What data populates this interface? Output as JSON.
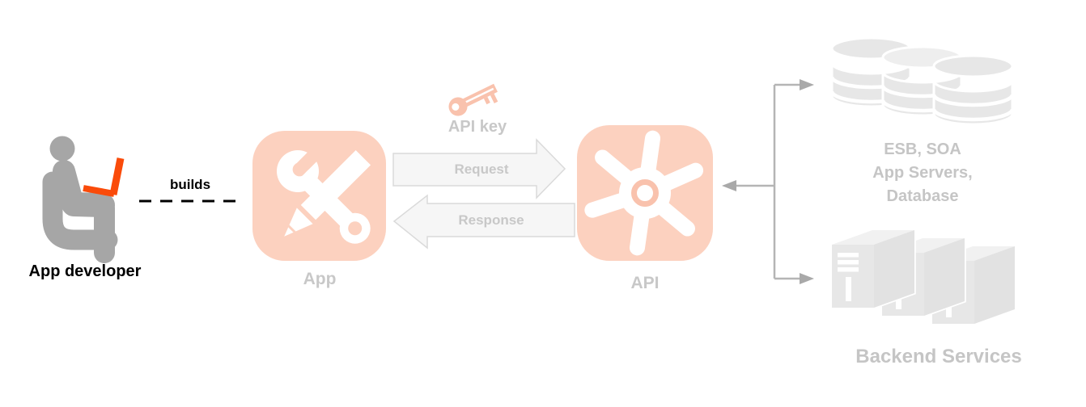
{
  "diagram": {
    "developer": {
      "label": "App developer"
    },
    "builds": {
      "label": "builds"
    },
    "app": {
      "label": "App"
    },
    "api_key": {
      "label": "API key"
    },
    "request": {
      "label": "Request"
    },
    "response": {
      "label": "Response"
    },
    "api": {
      "label": "API"
    },
    "backend_top": {
      "line1": "ESB, SOA",
      "line2": "App Servers,",
      "line3": "Database"
    },
    "backend_bottom": {
      "label": "Backend Services"
    }
  },
  "colors": {
    "tile_salmon": "#fcd1bf",
    "salmon_deep": "#f9c2ad",
    "laptop_orange": "#fa4b0a",
    "faded_label_gray": "#c8c8c8",
    "person_gray": "#a6a6a6",
    "shape_gray": "#e7e7e7",
    "connector_gray": "#b5b5b5",
    "arrow_fill": "#f6f6f6",
    "arrow_stroke": "#dadada",
    "text_black": "#000000"
  }
}
